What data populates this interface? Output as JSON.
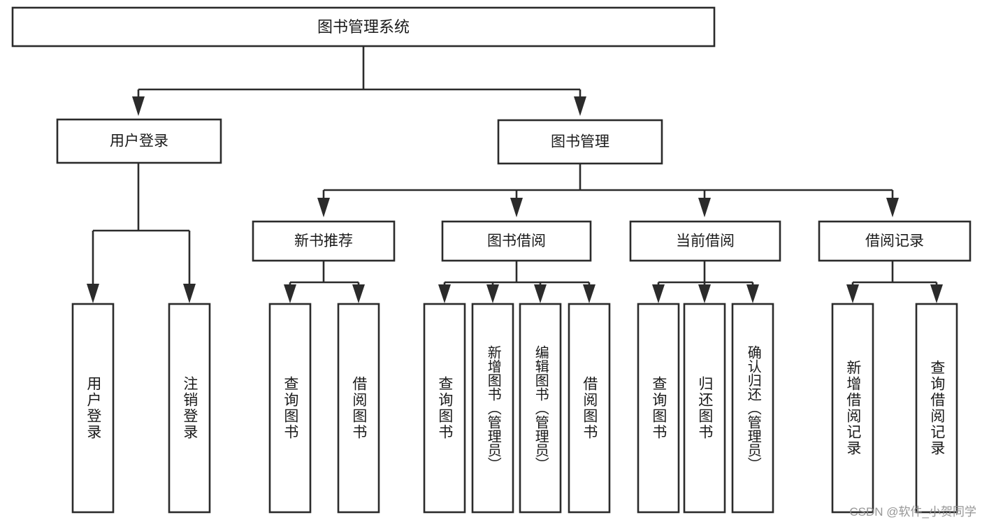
{
  "diagram": {
    "title": "图书管理系统",
    "type": "tree",
    "orientation": "top-down",
    "colors": {
      "box_stroke": "#2b2b2b",
      "box_fill": "#ffffff",
      "connector": "#2b2b2b",
      "text": "#1a1a1a",
      "background": "#ffffff",
      "watermark": "#8e8e8e"
    },
    "root": {
      "label": "图书管理系统"
    },
    "level2": [
      {
        "label": "用户登录"
      },
      {
        "label": "图书管理"
      }
    ],
    "level3": [
      {
        "label": "新书推荐"
      },
      {
        "label": "图书借阅"
      },
      {
        "label": "当前借阅"
      },
      {
        "label": "借阅记录"
      }
    ],
    "leaves": {
      "user_login": [
        {
          "label": "用户登录"
        },
        {
          "label": "注销登录"
        }
      ],
      "new_book_recommend": [
        {
          "label": "查询图书"
        },
        {
          "label": "借阅图书"
        }
      ],
      "book_borrow": [
        {
          "label": "查询图书"
        },
        {
          "label": "新增图书（管理员）"
        },
        {
          "label": "编辑图书（管理员）"
        },
        {
          "label": "借阅图书"
        }
      ],
      "current_borrow": [
        {
          "label": "查询图书"
        },
        {
          "label": "归还图书"
        },
        {
          "label": "确认归还（管理员）"
        }
      ],
      "borrow_record": [
        {
          "label": "新增借阅记录"
        },
        {
          "label": "查询借阅记录"
        }
      ]
    }
  },
  "watermark": {
    "text": "CSDN @软件_小贺同学"
  }
}
